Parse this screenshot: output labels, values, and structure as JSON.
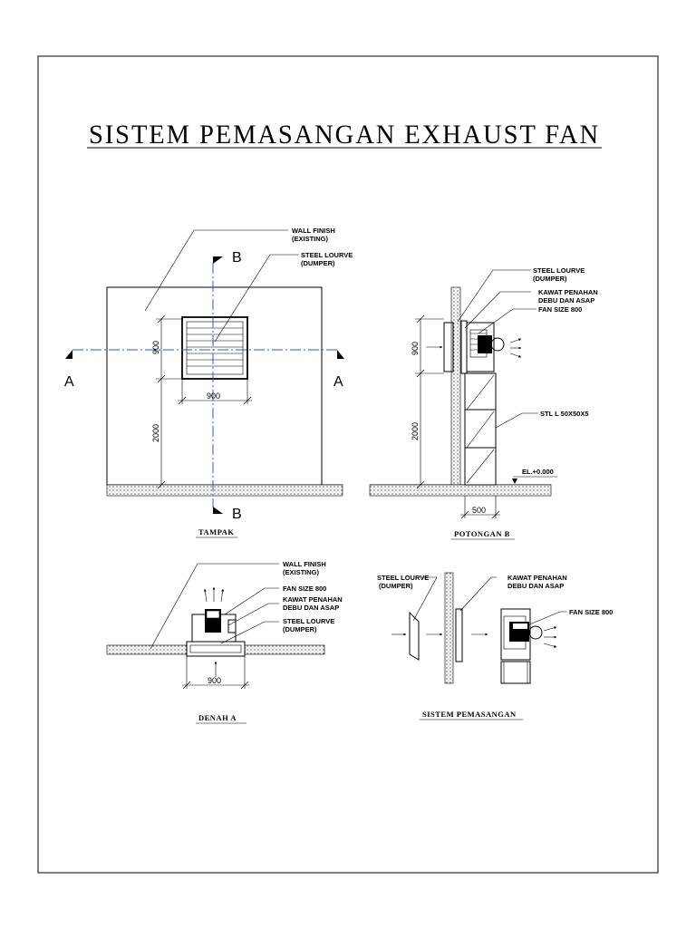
{
  "title": "SISTEM PEMASANGAN EXHAUST FAN",
  "views": {
    "tampak": {
      "caption": "TAMPAK",
      "wall_finish": [
        "WALL FINISH",
        "(EXISTING)"
      ],
      "steel_louvre": [
        "STEEL LOURVE",
        "(DUMPER)"
      ],
      "section_a": "A",
      "section_b": "B",
      "dim_height_opening": "900",
      "dim_width_opening": "900",
      "dim_height_sill": "2000"
    },
    "potongan_b": {
      "caption": "POTONGAN B",
      "steel_louvre": [
        "STEEL LOURVE",
        "(DUMPER)"
      ],
      "kawat": [
        "KAWAT PENAHAN",
        "DEBU DAN ASAP"
      ],
      "fan_size": "FAN SIZE 800",
      "stl": "STL L 50X50X5",
      "elevation": "EL.+0.000",
      "dim_height_opening": "900",
      "dim_height_sill": "2000",
      "dim_width": "500"
    },
    "denah_a": {
      "caption": "DENAH A",
      "wall_finish": [
        "WALL FINISH",
        "(EXISTING)"
      ],
      "fan_size": "FAN SIZE 800",
      "kawat": [
        "KAWAT PENAHAN",
        "DEBU DAN ASAP"
      ],
      "steel_louvre": [
        "STEEL LOURVE",
        "(DUMPER)"
      ],
      "dim_width": "900"
    },
    "sistem": {
      "caption": "SISTEM PEMASANGAN",
      "steel_louvre": [
        "STEEL LOURVE",
        "(DUMPER)"
      ],
      "kawat": [
        "KAWAT PENAHAN",
        "DEBU DAN ASAP"
      ],
      "fan_size": "FAN SIZE 800"
    }
  },
  "colors": {
    "axis": "#1f5fd1",
    "line": "#000000"
  }
}
